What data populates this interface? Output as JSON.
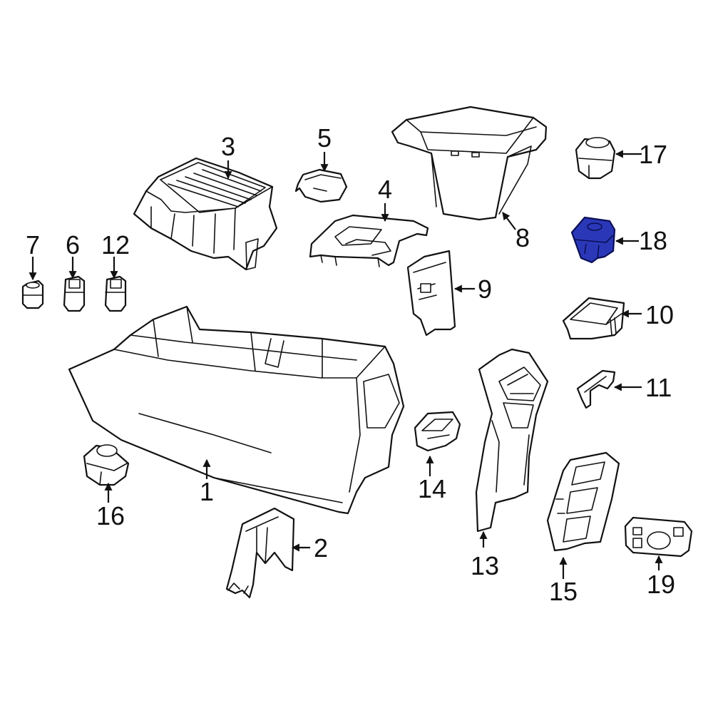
{
  "diagram": {
    "highlight_color": "#2a38b8",
    "line_color": "#111111",
    "highlighted_part": "18",
    "callouts": {
      "c1": "1",
      "c2": "2",
      "c3": "3",
      "c4": "4",
      "c5": "5",
      "c6": "6",
      "c7": "7",
      "c8": "8",
      "c9": "9",
      "c10": "10",
      "c11": "11",
      "c12": "12",
      "c13": "13",
      "c14": "14",
      "c15": "15",
      "c16": "16",
      "c17": "17",
      "c18": "18",
      "c19": "19"
    }
  }
}
